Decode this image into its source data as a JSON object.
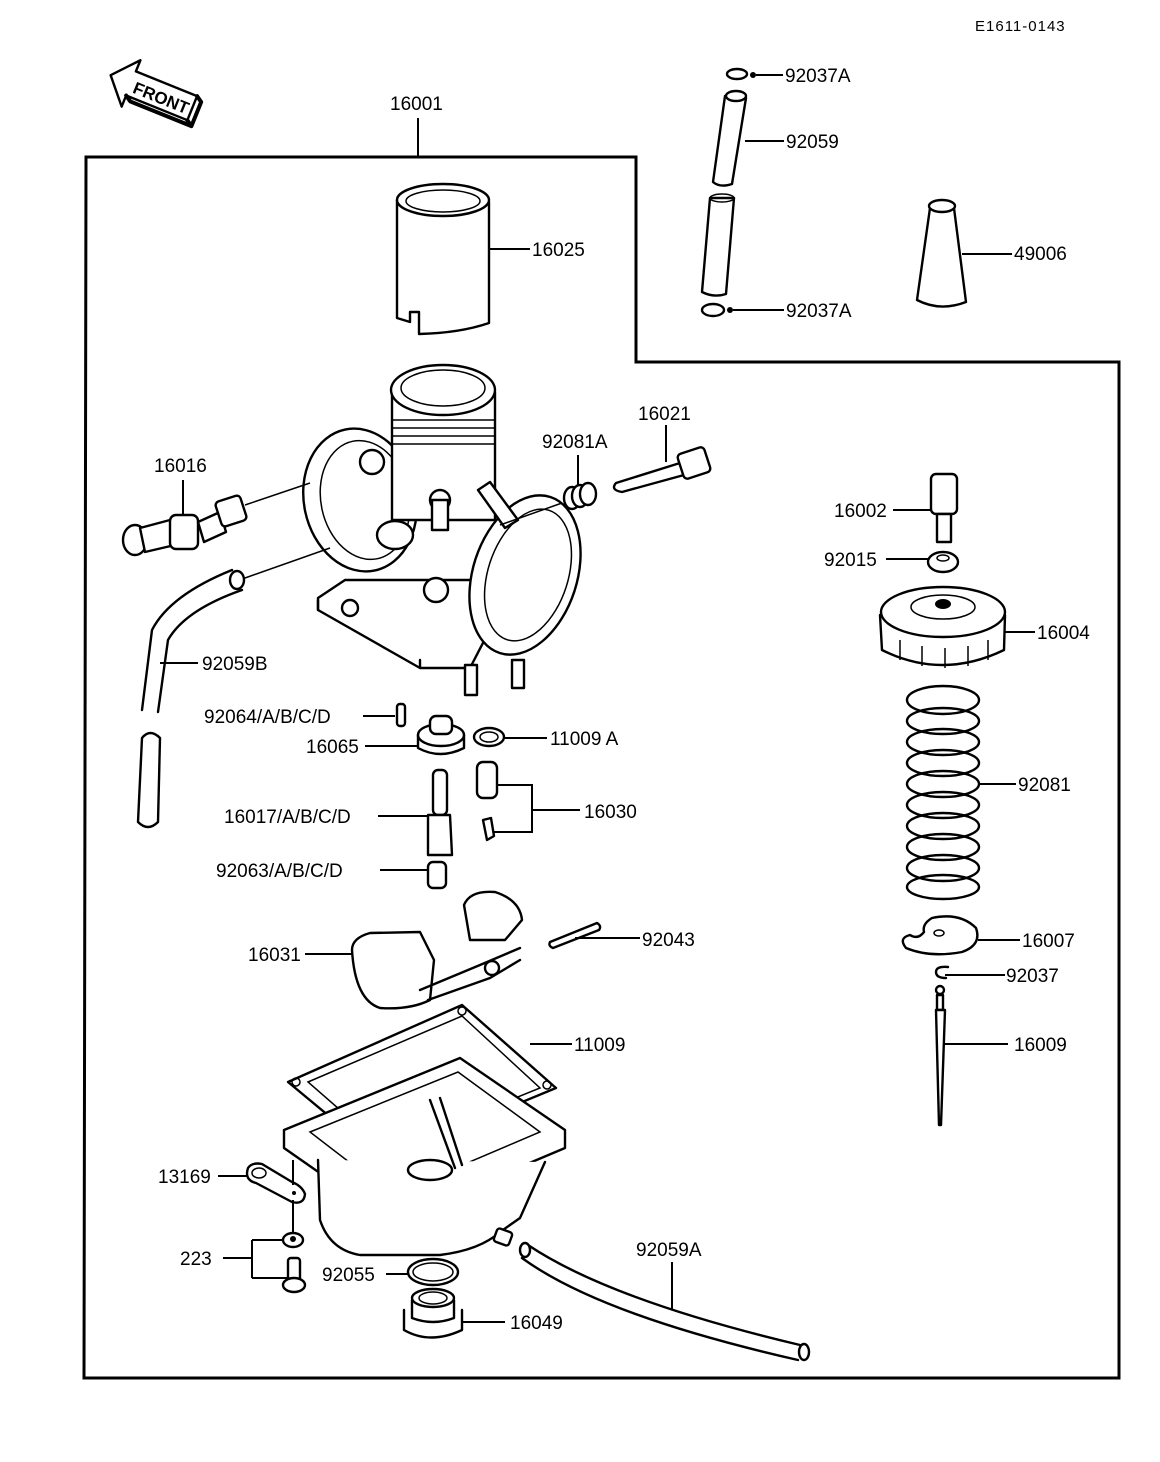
{
  "diagram": {
    "title": "Carburetor exploded parts diagram",
    "figure_code": "E1611-0143",
    "front_arrow_label": "FRONT",
    "assembly_label": "16001",
    "labels": {
      "p16025": "16025",
      "p92037A_top": "92037A",
      "p92059": "92059",
      "p92037A_bottom": "92037A",
      "p49006": "49006",
      "p16016": "16016",
      "p92081A": "92081A",
      "p16021": "16021",
      "p16002": "16002",
      "p92015": "92015",
      "p16004": "16004",
      "p92059B": "92059B",
      "p92064": "92064/A/B/C/D",
      "p16065": "16065",
      "p11009A": "11009 A",
      "p16017": "16017/A/B/C/D",
      "p16030": "16030",
      "p92081": "92081",
      "p92063": "92063/A/B/C/D",
      "p16031": "16031",
      "p92043": "92043",
      "p16007": "16007",
      "p92037": "92037",
      "p11009": "11009",
      "p16009": "16009",
      "p13169": "13169",
      "p223": "223",
      "p92055": "92055",
      "p92059A": "92059A",
      "p16049": "16049"
    }
  }
}
